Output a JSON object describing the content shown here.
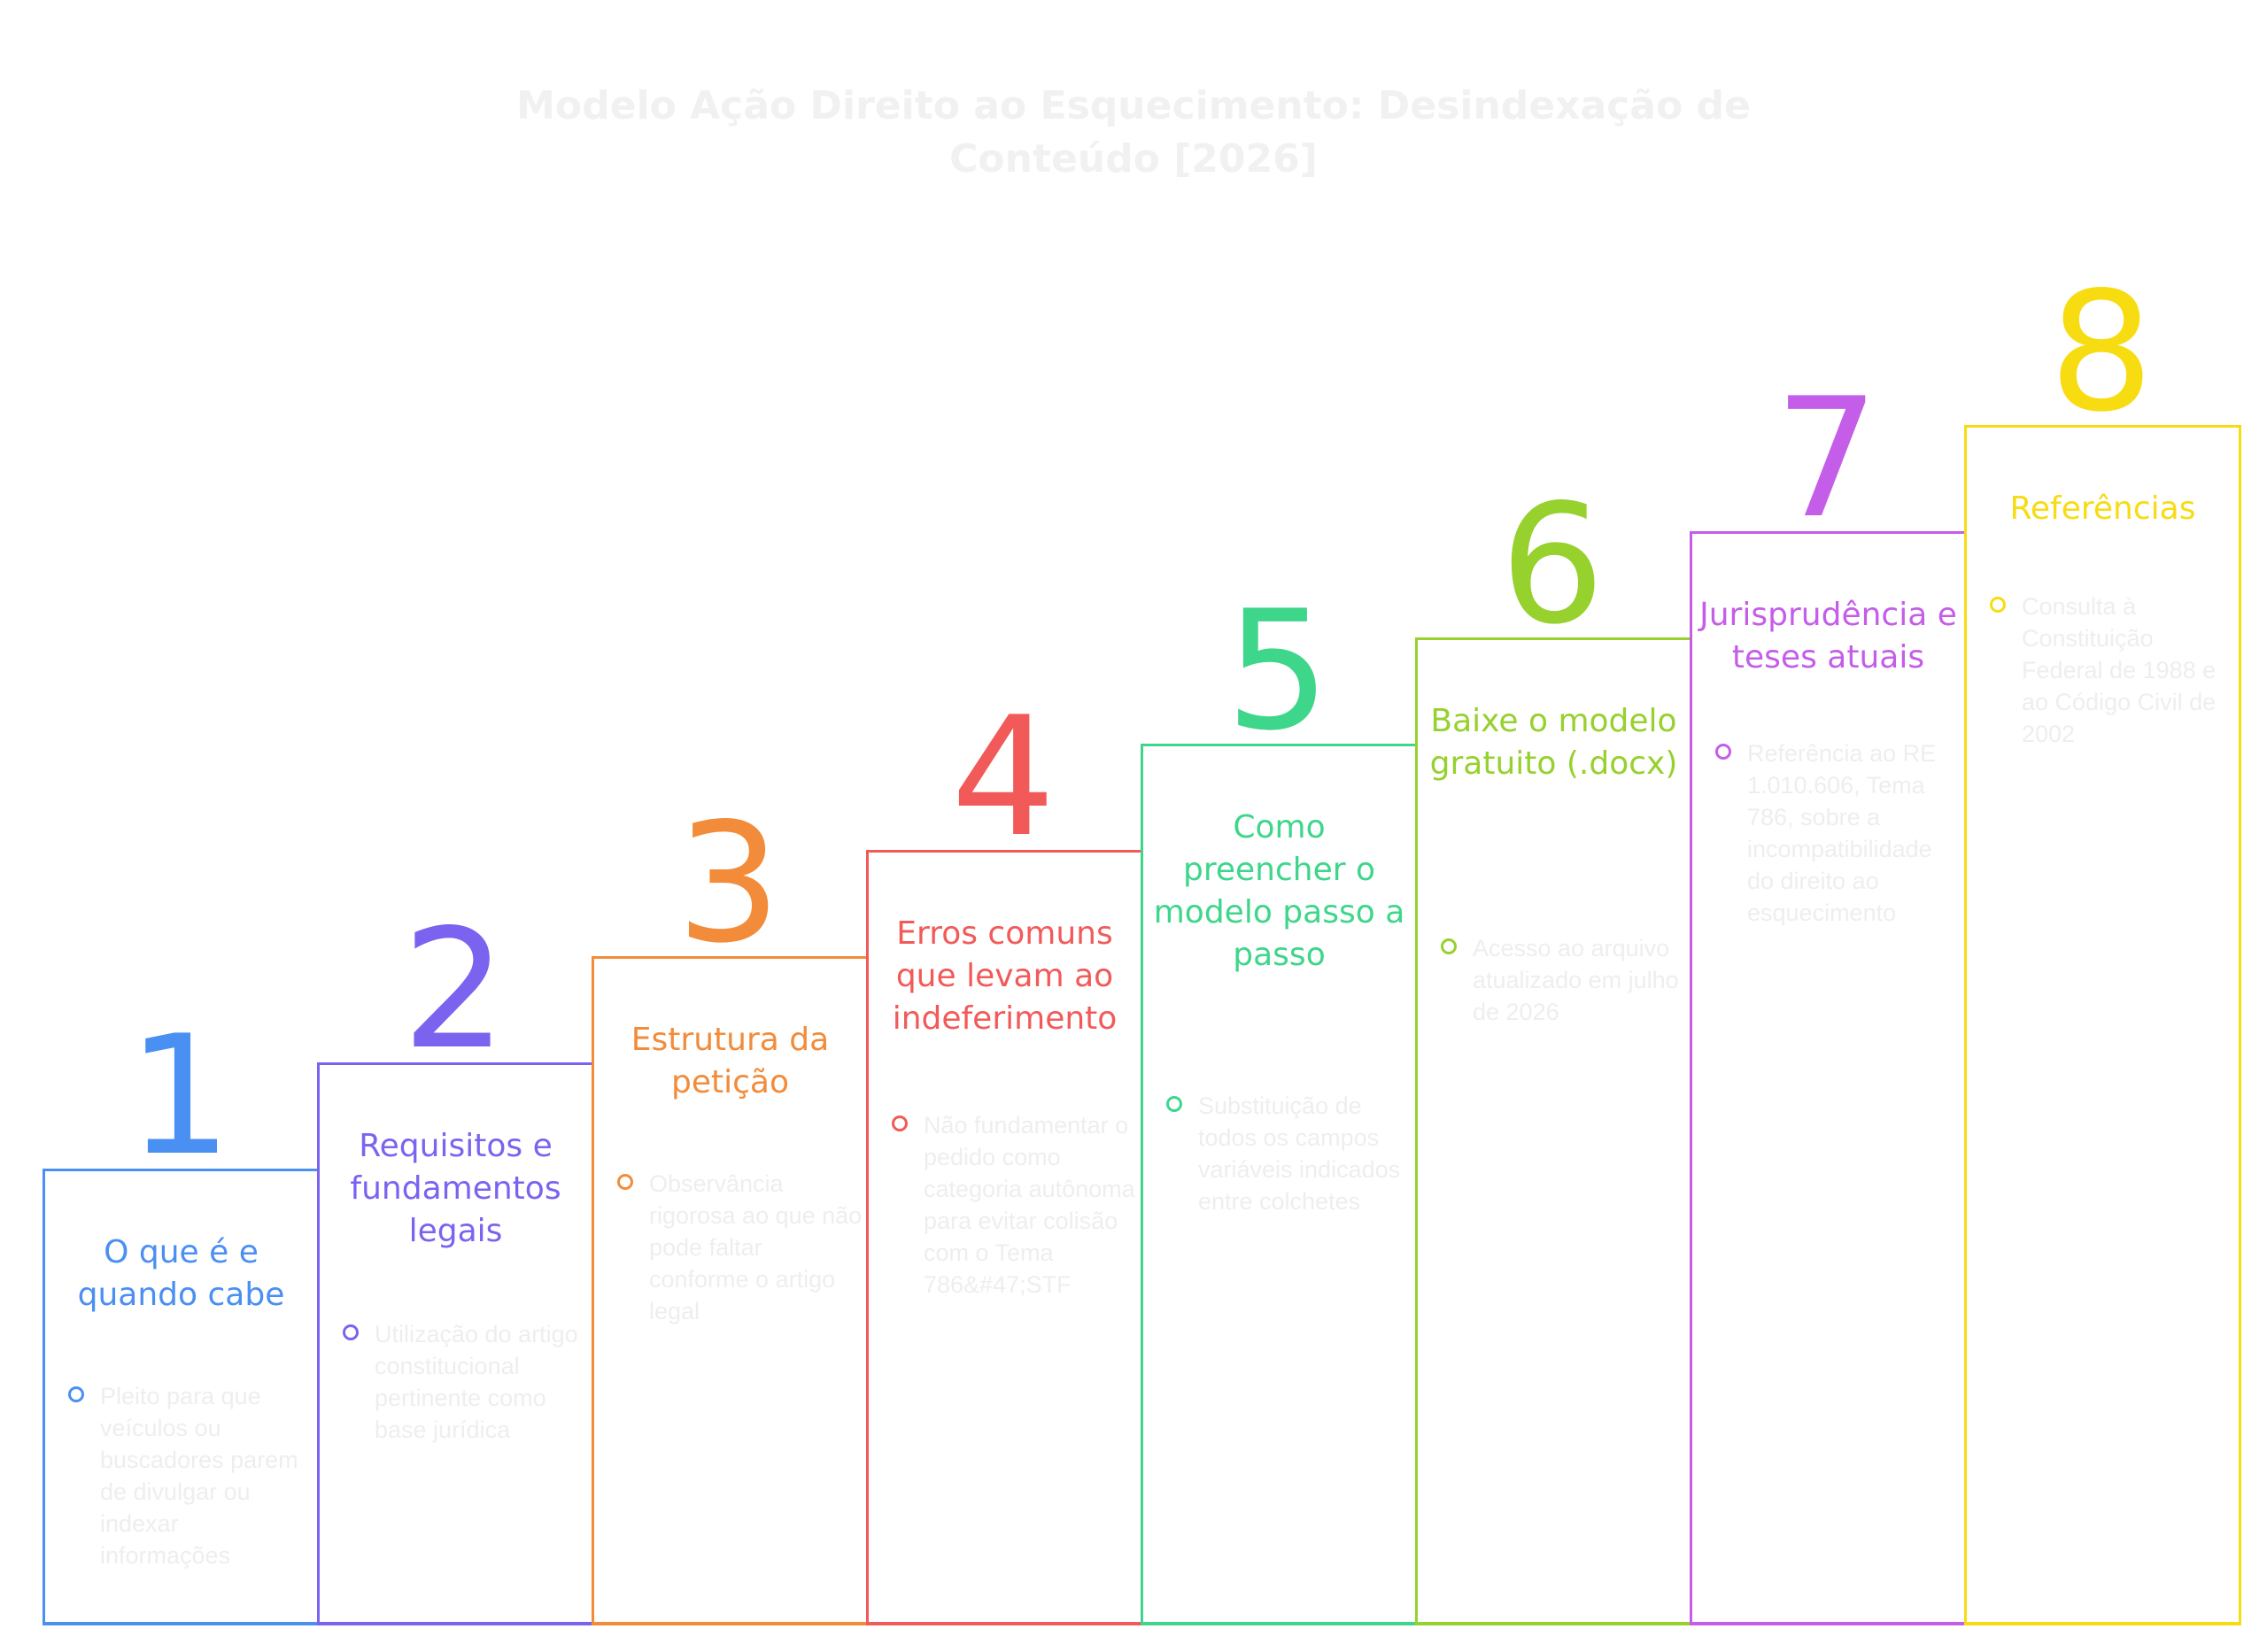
{
  "title": "Modelo Ação Direito ao Esquecimento: Desindexação de Conteúdo [2026]",
  "steps": [
    {
      "number": "1",
      "title": "O que é e quando cabe",
      "description": "Pleito para que veículos ou buscadores parem de divulgar ou indexar informações",
      "color": "#4a8ff2"
    },
    {
      "number": "2",
      "title": "Requisitos e fundamentos legais",
      "description": "Utilização do artigo constitucional pertinente como base jurídica",
      "color": "#7b63f0"
    },
    {
      "number": "3",
      "title": "Estrutura da petição",
      "description": "Observância rigorosa ao que não pode faltar conforme o artigo legal",
      "color": "#f28c3a"
    },
    {
      "number": "4",
      "title": "Erros comuns que levam ao indeferimento",
      "description": "Não fundamentar o pedido como categoria autônoma para evitar colisão com o Tema 786&#47;STF",
      "color": "#f25a5a"
    },
    {
      "number": "5",
      "title": "Como preencher o modelo passo a passo",
      "description": "Substituição de todos os campos variáveis indicados entre colchetes",
      "color": "#3ed68a"
    },
    {
      "number": "6",
      "title": "Baixe o modelo gratuito (.docx)",
      "description": "Acesso ao arquivo atualizado em julho de 2026",
      "color": "#96d12e"
    },
    {
      "number": "7",
      "title": "Jurisprudência e teses atuais",
      "description": "Referência ao RE 1.010.606, Tema 786, sobre a incompatibilidade do direito ao esquecimento",
      "color": "#c45ee8"
    },
    {
      "number": "8",
      "title": "Referências",
      "description": "Consulta à Constituição Federal de 1988 e ao Código Civil de 2002",
      "color": "#f7dc12"
    }
  ]
}
